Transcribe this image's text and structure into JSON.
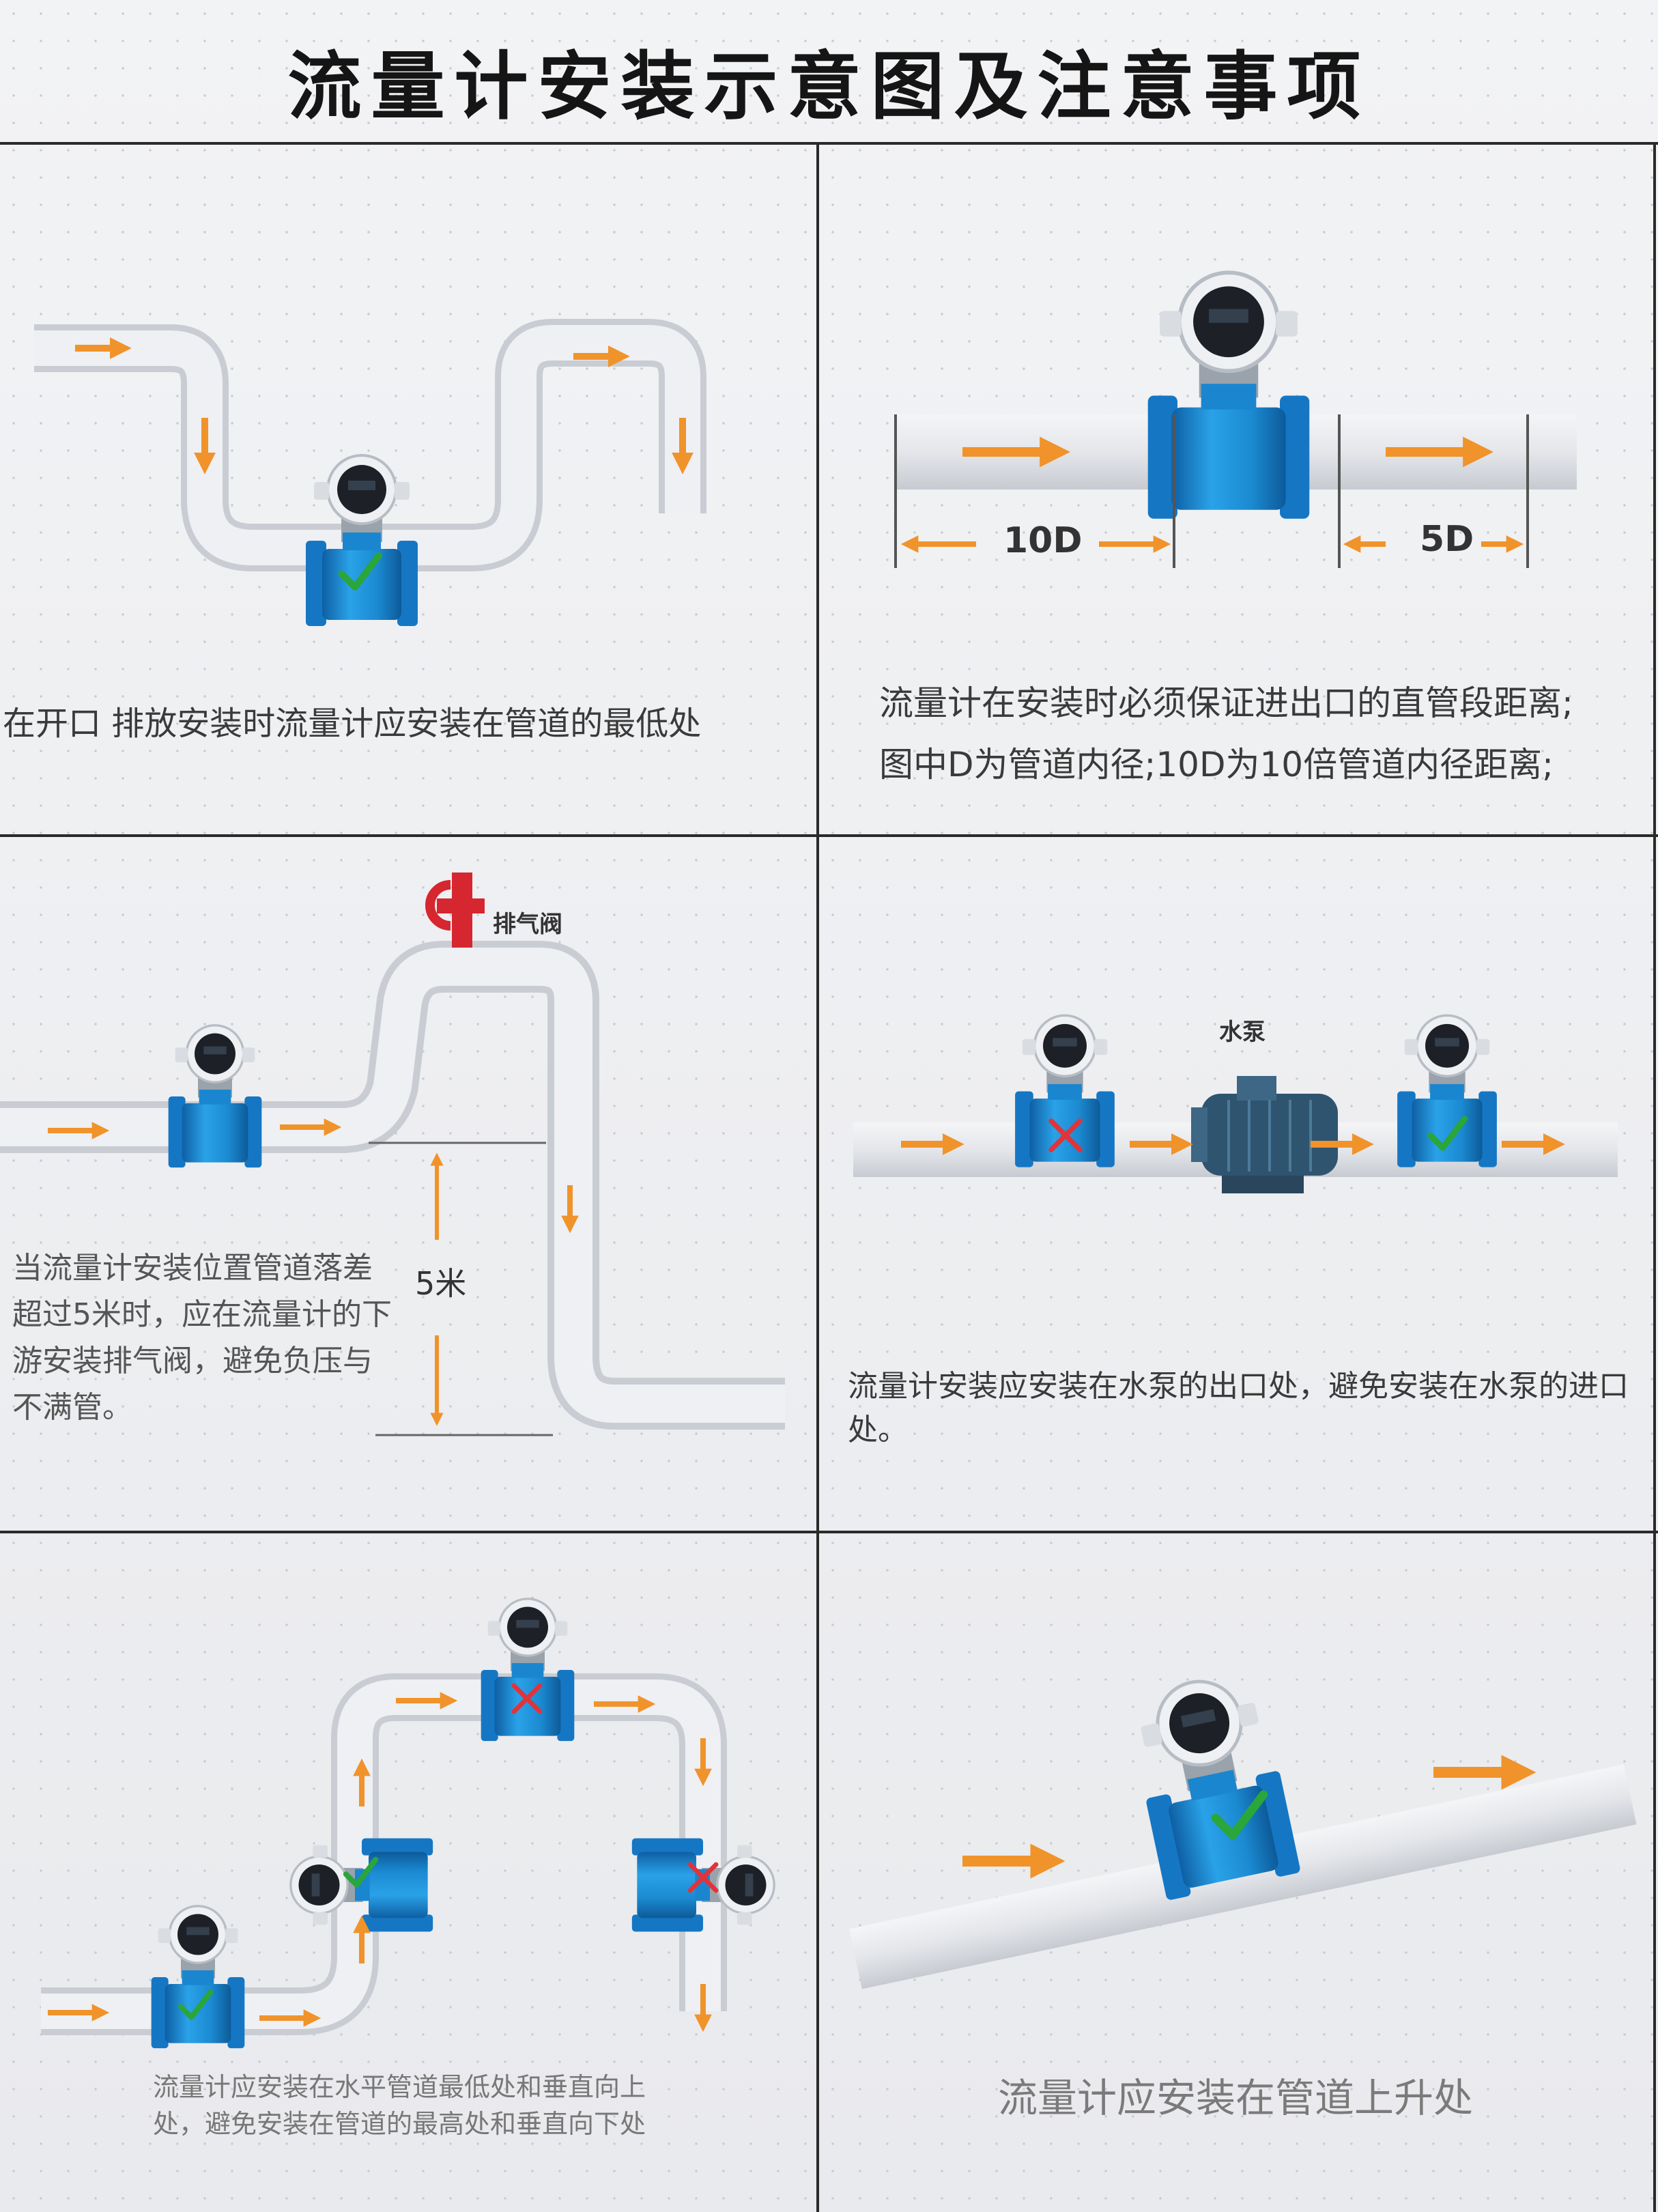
{
  "title": "流量计安装示意图及注意事项",
  "panels": {
    "p1": {
      "caption": "在开口 排放安装时流量计应安装在管道的最低处"
    },
    "p2": {
      "caption_line1": "流量计在安装时必须保证进出口的直管段距离;",
      "caption_line2": "图中D为管道内径;10D为10倍管道内径距离;",
      "label_10d": "10D",
      "label_5d": "5D"
    },
    "p3": {
      "valve_label": "排气阀",
      "height_label": "5米",
      "caption_lines": [
        "当流量计安装位置管道落差",
        "超过5米时，应在流量计的下",
        "游安装排气阀，避免负压与",
        "不满管。"
      ]
    },
    "p4": {
      "pump_label": "水泵",
      "caption": "流量计安装应安装在水泵的出口处，避免安装在水泵的进口处。"
    },
    "p5": {
      "caption_line1": "流量计应安装在水平管道最低处和垂直向上",
      "caption_line2": "处，避免安装在管道的最高处和垂直向下处"
    },
    "p6": {
      "caption": "流量计应安装在管道上升处"
    }
  },
  "colors": {
    "meter_blue": "#1e8fd6",
    "meter_dark": "#0f5f9e",
    "pipe": "#dcdfe3",
    "arrow": "#f0932b",
    "check": "#2aa63a",
    "cross": "#e0343a",
    "valve_red": "#d6262f"
  }
}
